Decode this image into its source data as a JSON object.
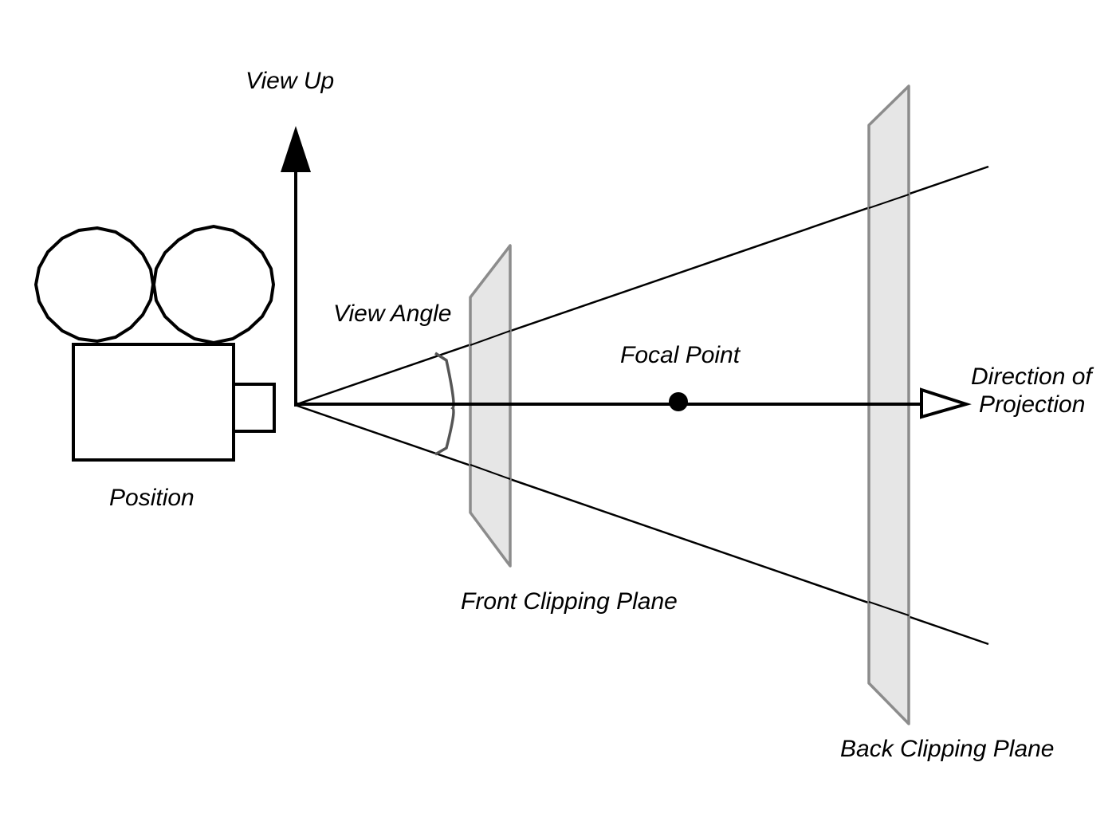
{
  "labels": {
    "view_up": "View Up",
    "view_angle": "View Angle",
    "focal_point": "Focal Point",
    "direction_line1": "Direction of",
    "direction_line2": "Projection",
    "position": "Position",
    "front_clipping_plane": "Front Clipping Plane",
    "back_clipping_plane": "Back Clipping Plane"
  },
  "colors": {
    "ink": "#000000",
    "plane_fill": "#e6e6e6",
    "plane_stroke": "#8c8c8c",
    "angle_arc": "#555555",
    "background": "#ffffff"
  }
}
